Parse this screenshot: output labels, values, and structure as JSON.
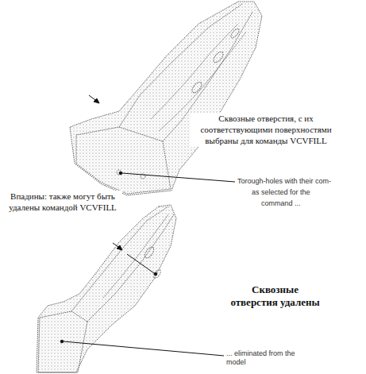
{
  "diagram": {
    "labels": [
      "Сквозные отверстия, с их соответствующими поверхностями выбраны для команды VCVFILL",
      "Torough-holes with their com-",
      "as selected for the",
      "command ...",
      "Впадины: также могут быть удалены командой VCVFILL",
      "Сквозные отверстия удалены",
      "... eliminated from the model"
    ]
  }
}
